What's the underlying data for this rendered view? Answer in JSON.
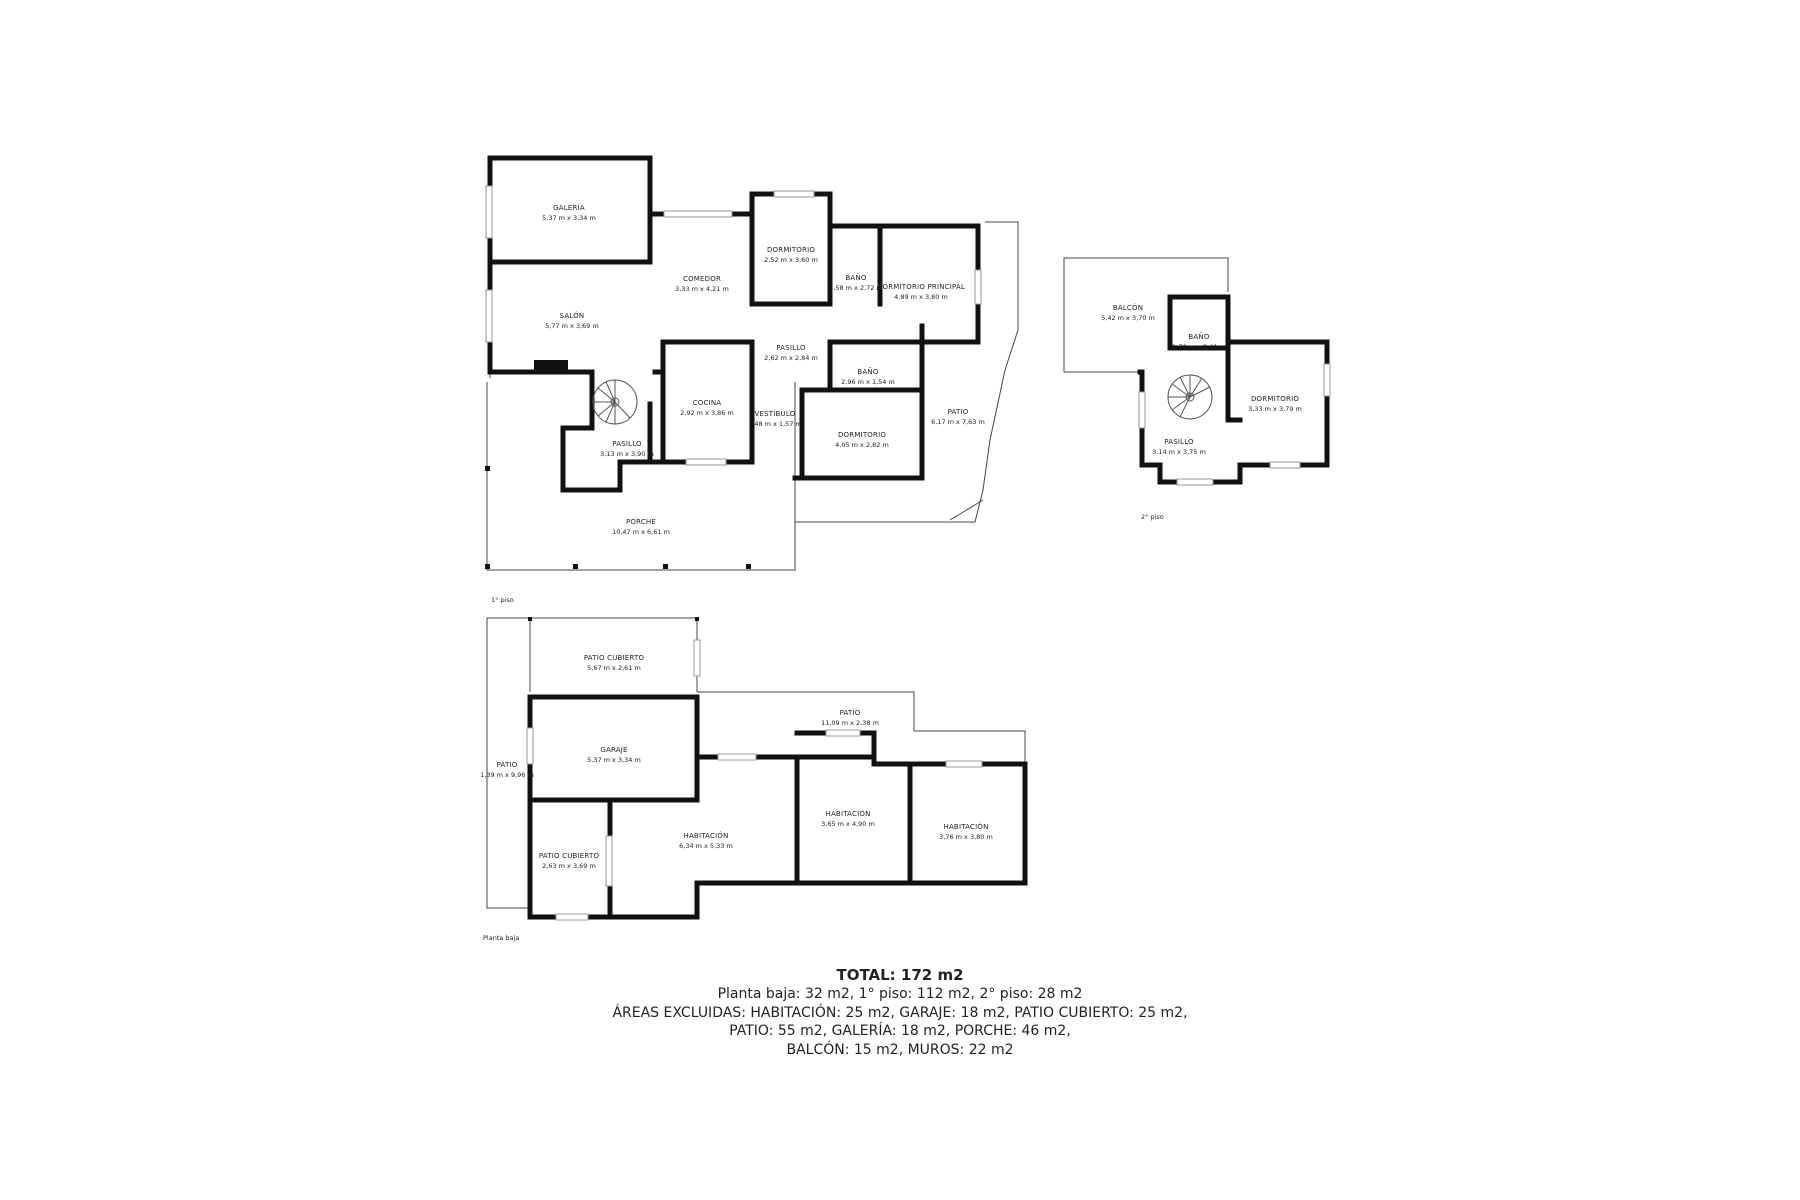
{
  "floors": {
    "first": {
      "label": "1° piso",
      "rooms": [
        {
          "name": "GALERÍA",
          "dims": "5,37 m x 3,34 m"
        },
        {
          "name": "COMEDOR",
          "dims": "3,33 m x 4,21 m"
        },
        {
          "name": "DORMITORIO",
          "dims": "2,52 m x 3,60 m"
        },
        {
          "name": "BAÑO",
          "dims": "1,58 m x 2,72 m"
        },
        {
          "name": "DORMITORIO PRINCIPAL",
          "dims": "4,89 m x 3,80 m"
        },
        {
          "name": "SALÓN",
          "dims": "5,77 m x 3,69 m"
        },
        {
          "name": "PASILLO",
          "dims": "2,62 m x 2,84 m"
        },
        {
          "name": "BAÑO",
          "dims": "2,96 m x 1,54 m"
        },
        {
          "name": "COCINA",
          "dims": "2,92 m x 3,86 m"
        },
        {
          "name": "VESTÍBULO",
          "dims": "1,48 m x 1,57 m"
        },
        {
          "name": "DORMITORIO",
          "dims": "4,05 m x 2,82 m"
        },
        {
          "name": "PATIO",
          "dims": "6,17 m x 7,63 m"
        },
        {
          "name": "PASILLO",
          "dims": "3,13 m x 3,90 m"
        },
        {
          "name": "PORCHE",
          "dims": "10,47 m x 6,61 m"
        }
      ]
    },
    "second": {
      "label": "2° piso",
      "rooms": [
        {
          "name": "BALCÓN",
          "dims": "5,42 m x 3,70 m"
        },
        {
          "name": "BAÑO",
          "dims": "1,70 m x 2,41 m"
        },
        {
          "name": "DORMITORIO",
          "dims": "3,33 m x 3,79 m"
        },
        {
          "name": "PASILLO",
          "dims": "3,14 m x 3,75 m"
        }
      ]
    },
    "ground": {
      "label": "Planta baja",
      "rooms": [
        {
          "name": "PATIO CUBIERTO",
          "dims": "5,67 m x 2,61 m"
        },
        {
          "name": "PATIO",
          "dims": "11,09 m x 2,38 m"
        },
        {
          "name": "GARAJE",
          "dims": "5,37 m x 3,34 m"
        },
        {
          "name": "PATIO",
          "dims": "1,39 m x 9,96 m"
        },
        {
          "name": "HABITACIÓN",
          "dims": "3,65 m x 4,90 m"
        },
        {
          "name": "HABITACIÓN",
          "dims": "6,34 m x 5,33 m"
        },
        {
          "name": "HABITACIÓN",
          "dims": "3,76 m x 3,80 m"
        },
        {
          "name": "PATIO CUBIERTO",
          "dims": "2,63 m x 3,69 m"
        }
      ]
    }
  },
  "summary": {
    "total": "TOTAL: 172 m2",
    "line1": "Planta baja: 32 m2, 1° piso: 112 m2, 2° piso: 28 m2",
    "line2": "ÁREAS EXCLUIDAS: HABITACIÓN: 25 m2, GARAJE: 18 m2, PATIO CUBIERTO: 25 m2,",
    "line3": "PATIO: 55 m2, GALERÍA: 18 m2, PORCHE: 46 m2,",
    "line4": "BALCÓN: 15 m2, MUROS: 22 m2"
  }
}
